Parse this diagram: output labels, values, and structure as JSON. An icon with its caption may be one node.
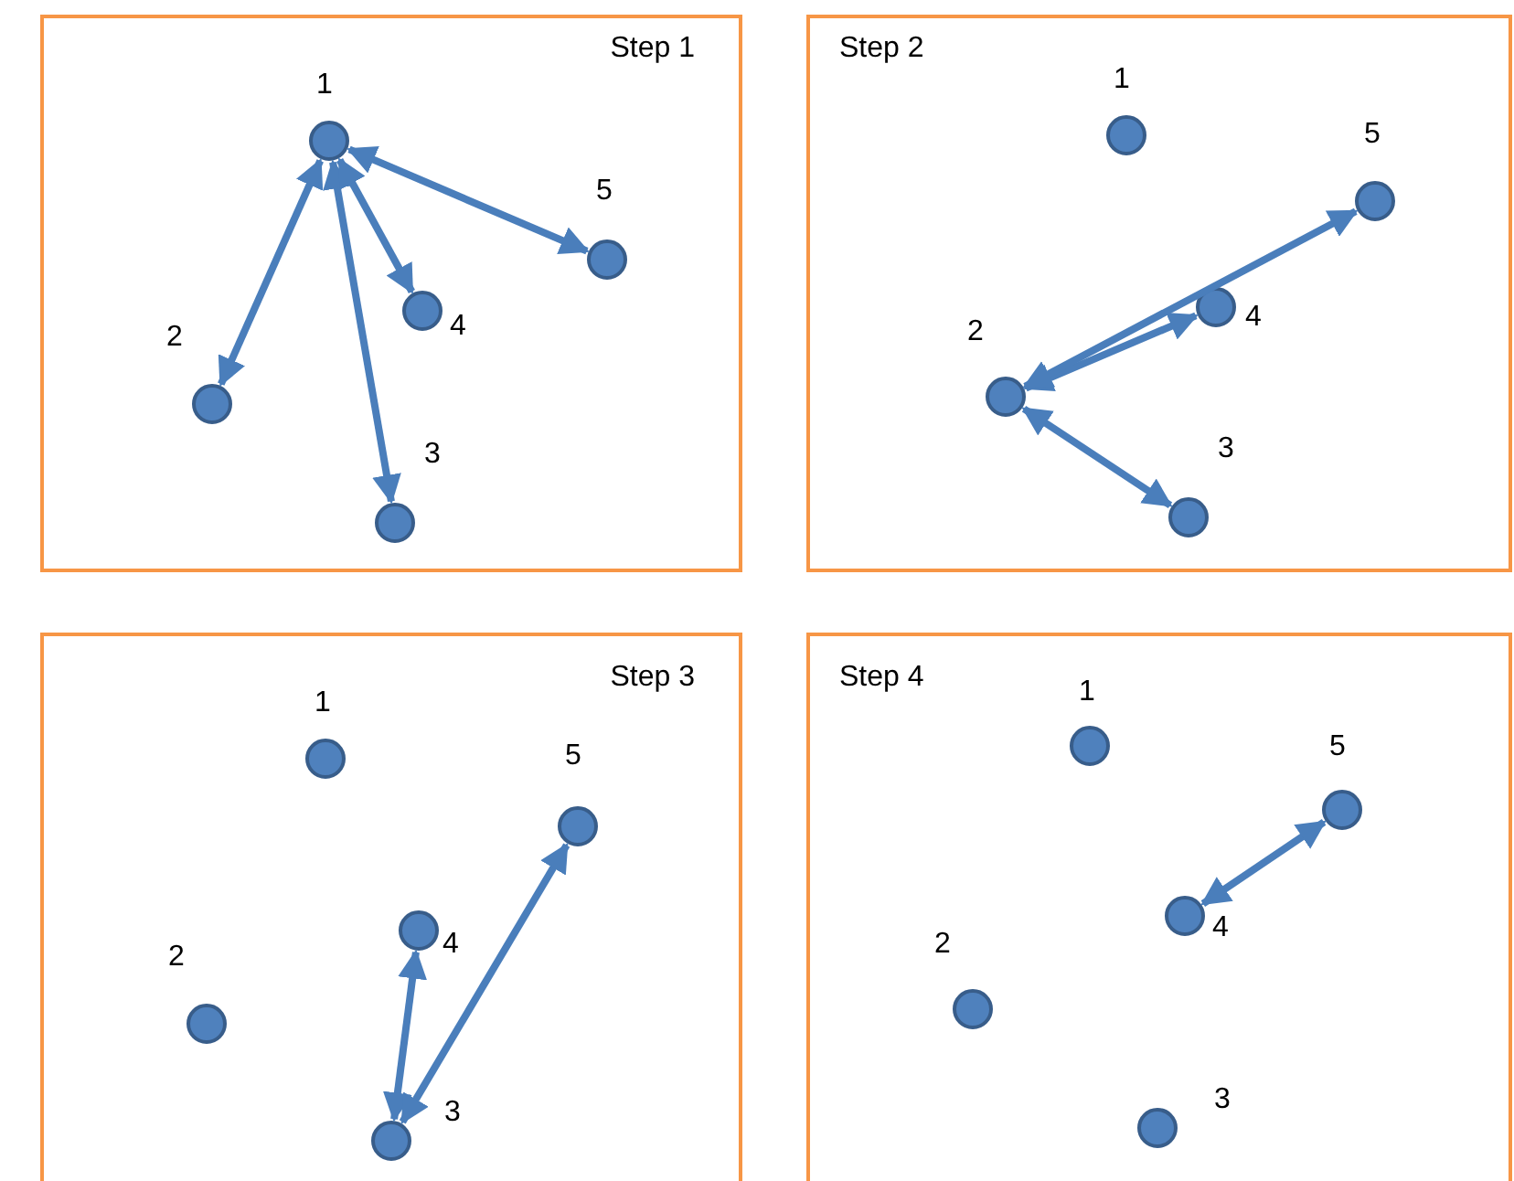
{
  "diagram": {
    "nodes": [
      {
        "text": [
          "Step 1"
        ]
      },
      {
        "text": [],
        "shape": "circle",
        "in": 0,
        "beside": [
          "1"
        ]
      },
      {
        "text": [],
        "shape": "circle",
        "in": 0,
        "beside": [
          "2"
        ]
      },
      {
        "text": [],
        "shape": "circle",
        "in": 0,
        "beside": [
          "3"
        ]
      },
      {
        "text": [],
        "shape": "circle",
        "in": 0,
        "beside": [
          "4"
        ]
      },
      {
        "text": [],
        "shape": "circle",
        "in": 0,
        "beside": [
          "5"
        ]
      },
      {
        "text": [
          "Step 2"
        ]
      },
      {
        "text": [],
        "shape": "circle",
        "in": 6,
        "beside": [
          "1"
        ]
      },
      {
        "text": [],
        "shape": "circle",
        "in": 6,
        "beside": [
          "2"
        ]
      },
      {
        "text": [],
        "shape": "circle",
        "in": 6,
        "beside": [
          "3"
        ]
      },
      {
        "text": [],
        "shape": "circle",
        "in": 6,
        "beside": [
          "4"
        ]
      },
      {
        "text": [],
        "shape": "circle",
        "in": 6,
        "beside": [
          "5"
        ]
      },
      {
        "text": [
          "Step 3"
        ]
      },
      {
        "text": [],
        "shape": "circle",
        "in": 12,
        "beside": [
          "1"
        ]
      },
      {
        "text": [],
        "shape": "circle",
        "in": 12,
        "beside": [
          "2"
        ]
      },
      {
        "text": [],
        "shape": "circle",
        "in": 12,
        "beside": [
          "3"
        ]
      },
      {
        "text": [],
        "shape": "circle",
        "in": 12,
        "beside": [
          "4"
        ]
      },
      {
        "text": [],
        "shape": "circle",
        "in": 12,
        "beside": [
          "5"
        ]
      },
      {
        "text": [
          "Step 4"
        ]
      },
      {
        "text": [],
        "shape": "circle",
        "in": 18,
        "beside": [
          "1"
        ]
      },
      {
        "text": [],
        "shape": "circle",
        "in": 18,
        "beside": [
          "2"
        ]
      },
      {
        "text": [],
        "shape": "circle",
        "in": 18,
        "beside": [
          "3"
        ]
      },
      {
        "text": [],
        "shape": "circle",
        "in": 18,
        "beside": [
          "4"
        ]
      },
      {
        "text": [],
        "shape": "circle",
        "in": 18,
        "beside": [
          "5"
        ]
      }
    ],
    "edges": [
      {
        "from": 1,
        "to": 2,
        "arrow": "both"
      },
      {
        "from": 1,
        "to": 3,
        "arrow": "both"
      },
      {
        "from": 1,
        "to": 4,
        "arrow": "both"
      },
      {
        "from": 1,
        "to": 5,
        "arrow": "both"
      },
      {
        "from": 8,
        "to": 9,
        "arrow": "both"
      },
      {
        "from": 8,
        "to": 10,
        "arrow": "both"
      },
      {
        "from": 8,
        "to": 11,
        "arrow": "both"
      },
      {
        "from": 15,
        "to": 16,
        "arrow": "both"
      },
      {
        "from": 15,
        "to": 17,
        "arrow": "both"
      },
      {
        "from": 22,
        "to": 23,
        "arrow": "both"
      }
    ]
  }
}
